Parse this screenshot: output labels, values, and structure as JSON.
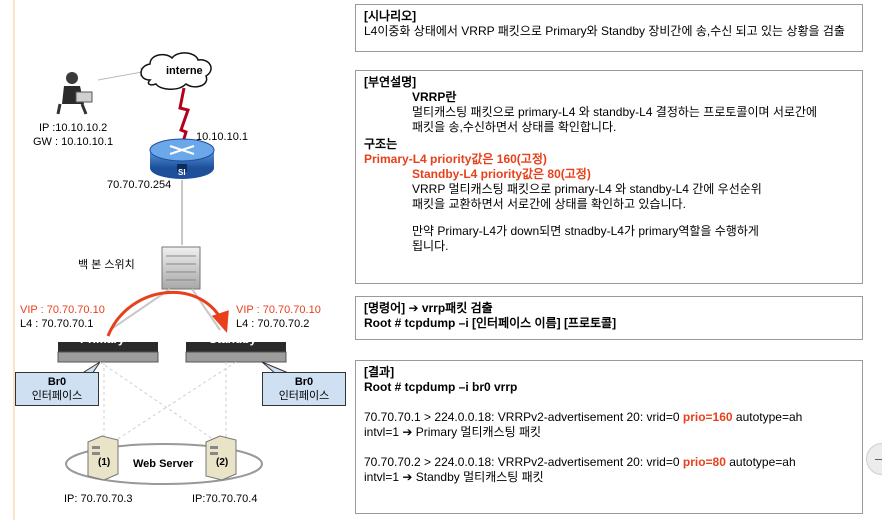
{
  "diagram": {
    "internet_label": "interne",
    "client": {
      "ip": "IP :10.10.10.2",
      "gw": "GW : 10.10.10.1"
    },
    "router": {
      "wan_ip": "10.10.10.1",
      "lan_ip": "70.70.70.254",
      "badge": "SI"
    },
    "backbone_label": "백 본 스위치",
    "primary": {
      "vip": "VIP : 70.70.70.10",
      "l4": "L4    : 70.70.70.1",
      "name": "Primary"
    },
    "standby": {
      "vip": "VIP  : 70.70.70.10",
      "l4": "L4    : 70.70.70.2",
      "name": "Standby"
    },
    "iface_left": {
      "name": "Br0",
      "desc": "인터페이스"
    },
    "iface_right": {
      "name": "Br0",
      "desc": "인터페이스"
    },
    "web_server": {
      "label": "Web Server",
      "s1": "(1)",
      "s2": "(2)",
      "ip1": "IP: 70.70.70.3",
      "ip2": "IP:70.70.70.4"
    }
  },
  "scenario": {
    "title": "[시나리오]",
    "text": " L4이중화 상태에서 VRRP 패킷으로 Primary와 Standby 장비간에 송,수신 되고 있는 상황을 검출"
  },
  "description": {
    "title": "[부연설명]",
    "vrrp_title": "VRRP란",
    "vrrp_text1": "멀티캐스팅 패킷으로 primary-L4 와 standby-L4 결정하는 프로토콜이며 서로간에",
    "vrrp_text2": "패킷을 송,수신하면서 상태를 확인합니다.",
    "struct_title": "구조는",
    "primary_line": "Primary-L4   priority값은 160(고정)",
    "standby_line": "Standby-L4   priority값은 80(고정)",
    "struct_text1": "VRRP 멀티캐스팅 패킷으로 primary-L4 와 standby-L4 간에  우선순위",
    "struct_text2": "패킷을 교환하면서 서로간에 상태를 확인하고 있습니다.",
    "down_text1": "만약 Primary-L4가 down되면  stnadby-L4가  primary역할을 수행하게",
    "down_text2": "됩니다."
  },
  "command": {
    "title": "[명령어] ➔ vrrp패킷 검출",
    "line": "Root # tcpdump –i [인터페이스 이름] [프로토콜]"
  },
  "result": {
    "title": "[결과]",
    "cmd": "Root # tcpdump –i br0 vrrp",
    "l1_a": "70.70.70.1 > 224.0.0.18: VRRPv2-advertisement 20: vrid=0 ",
    "l1_prio": "prio=160",
    "l1_b": " autotype=ah",
    "l1_c": "intvl=1  ➔ Primary 멀티캐스팅 패킷",
    "l2_a": "70.70.70.2 > 224.0.0.18: VRRPv2-advertisement 20: vrid=0 ",
    "l2_prio": "prio=80",
    "l2_b": "  autotype=ah",
    "l2_c": "intvl=1 ➔ Standby 멀티캐스팅 패킷"
  },
  "colors": {
    "accent_red": "#e8401c",
    "iface_fill": "#cfe0f3",
    "router_blue": "#2f6fc0"
  }
}
